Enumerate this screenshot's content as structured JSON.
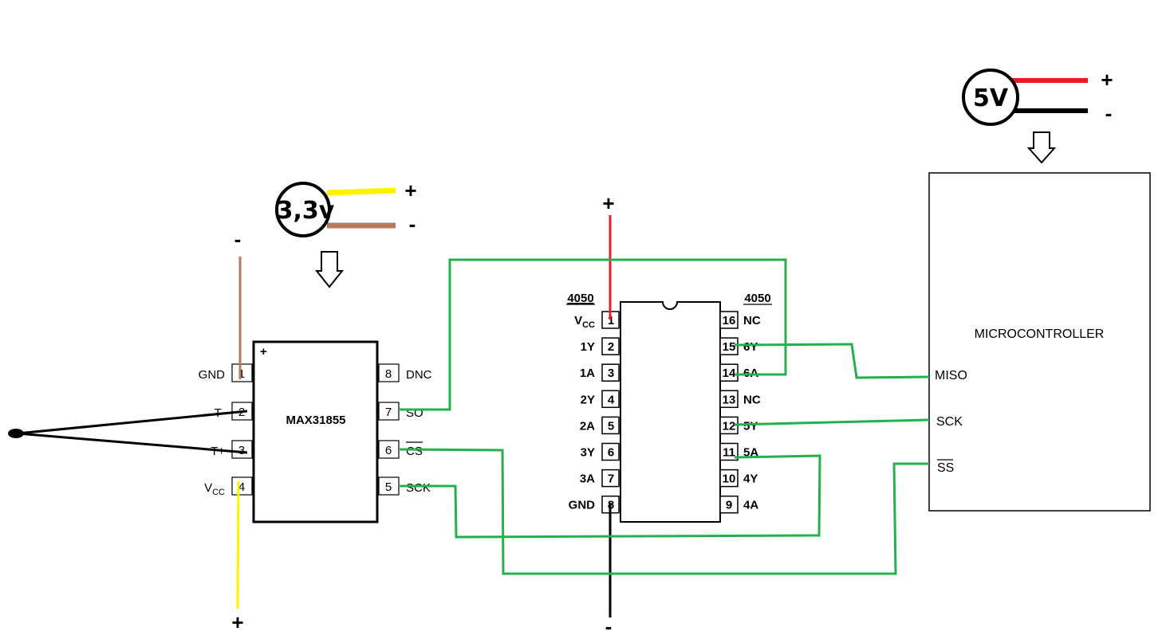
{
  "colors": {
    "wire_green": "#22b14c",
    "wire_red": "#ed1c24",
    "wire_yellow": "#fff200",
    "wire_brown": "#b97a57",
    "wire_black": "#000000"
  },
  "supply_5v": {
    "label": "5V",
    "plus": "+",
    "minus": "-"
  },
  "supply_3v3": {
    "label": "3,3v",
    "plus": "+",
    "minus": "-"
  },
  "max31855": {
    "name": "MAX31855",
    "orientation_mark": "+",
    "left_pins": [
      {
        "num": "1",
        "label": "GND"
      },
      {
        "num": "2",
        "label": "T-"
      },
      {
        "num": "3",
        "label": "T+"
      },
      {
        "num": "4",
        "label": "VCC"
      }
    ],
    "right_pins": [
      {
        "num": "8",
        "label": "DNC"
      },
      {
        "num": "7",
        "label": "SO"
      },
      {
        "num": "6",
        "label": "CS"
      },
      {
        "num": "5",
        "label": "SCK"
      }
    ],
    "gnd_wire_sign": "-",
    "vcc_wire_sign": "+"
  },
  "ic4050": {
    "label_left": "4050",
    "label_right": "4050",
    "left_pins": [
      {
        "num": "1",
        "label": "VCC"
      },
      {
        "num": "2",
        "label": "1Y"
      },
      {
        "num": "3",
        "label": "1A"
      },
      {
        "num": "4",
        "label": "2Y"
      },
      {
        "num": "5",
        "label": "2A"
      },
      {
        "num": "6",
        "label": "3Y"
      },
      {
        "num": "7",
        "label": "3A"
      },
      {
        "num": "8",
        "label": "GND"
      }
    ],
    "right_pins": [
      {
        "num": "16",
        "label": "NC"
      },
      {
        "num": "15",
        "label": "6Y"
      },
      {
        "num": "14",
        "label": "6A"
      },
      {
        "num": "13",
        "label": "NC"
      },
      {
        "num": "12",
        "label": "5Y"
      },
      {
        "num": "11",
        "label": "5A"
      },
      {
        "num": "10",
        "label": "4Y"
      },
      {
        "num": "9",
        "label": "4A"
      }
    ],
    "vcc_sign": "+",
    "gnd_sign": "-"
  },
  "microcontroller": {
    "title": "MICROCONTROLLER",
    "pins": [
      "MISO",
      "SCK",
      "SS"
    ]
  }
}
